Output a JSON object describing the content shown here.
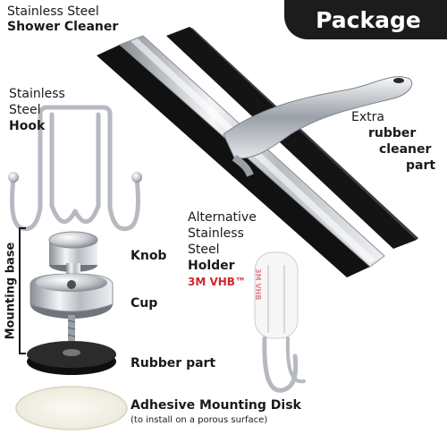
{
  "badge": {
    "title": "Package"
  },
  "labels": {
    "squeegee": {
      "line1": "Stainless Steel",
      "line2": "Shower Cleaner"
    },
    "hook": {
      "line1": "Stainless",
      "line2": "Steel",
      "line3": "Hook"
    },
    "rubber_part": {
      "line1": "Extra",
      "line2": "rubber",
      "line3": "cleaner",
      "line4": "part"
    },
    "mounting_base": "Mounting base",
    "knob": "Knob",
    "cup": "Cup",
    "rubber": "Rubber part",
    "disk": {
      "title": "Adhesive Mounting Disk",
      "note": "(to install on a porous surface)"
    },
    "holder": {
      "line1": "Alternative",
      "line2": "Stainless",
      "line3": "Steel",
      "line4": "Holder",
      "line5": "3M VHB™"
    }
  },
  "tape_text": "3M VHB",
  "colors": {
    "accent_red": "#d0262b",
    "badge_bg": "#1c1c1c",
    "steel": "#c9ccd1",
    "rubber": "#1a1a1a"
  }
}
